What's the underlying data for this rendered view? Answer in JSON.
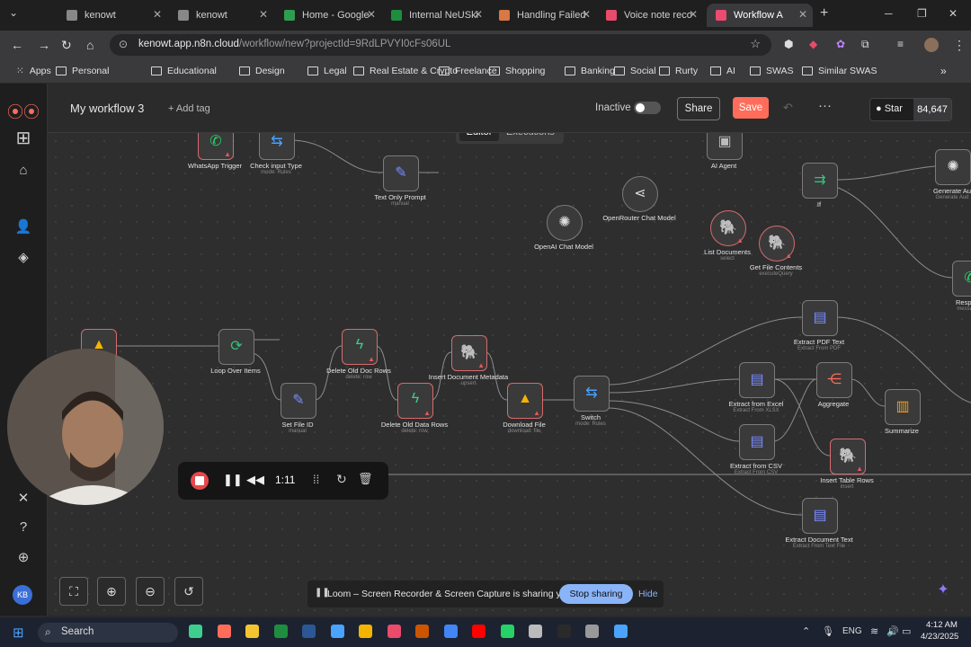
{
  "browser": {
    "tabs": [
      {
        "title": "kenowt",
        "color": "#888888",
        "active": false
      },
      {
        "title": "kenowt",
        "color": "#888888",
        "active": false
      },
      {
        "title": "Home - Google",
        "color": "#2f9d4f",
        "active": false
      },
      {
        "title": "Internal NeUSki",
        "color": "#1e8e3e",
        "active": false
      },
      {
        "title": "Handling Failed",
        "color": "#d97745",
        "active": false
      },
      {
        "title": "Voice note reco",
        "color": "#e94b6a",
        "active": false
      },
      {
        "title": "Workflow A",
        "color": "#ea4b71",
        "active": true
      }
    ],
    "new_tab_label": "+",
    "url_host": "kenowt.app.n8n.cloud",
    "url_path": "/workflow/new?projectId=9RdLPVYI0cFs06UL",
    "bookmarks": [
      "Apps",
      "Personal",
      "Educational",
      "Design",
      "Legal",
      "Real Estate & Crypto",
      "Freelance",
      "Shopping",
      "Banking",
      "Social",
      "Rurty",
      "AI",
      "SWAS",
      "Similar SWAS"
    ]
  },
  "header": {
    "title": "My workflow 3",
    "add_tag": "+ Add tag",
    "status": "Inactive",
    "share": "Share",
    "save": "Save",
    "github_star": "Star",
    "github_count": "84,647",
    "tabs": {
      "editor": "Editor",
      "executions": "Executions"
    }
  },
  "sidebar": {
    "avatar": "KB"
  },
  "nodes": [
    {
      "label": "WhatsApp Trigger",
      "sub": "",
      "icon": "whatsapp-icon",
      "glyph": "✆",
      "color": "#25d366",
      "err": true
    },
    {
      "label": "Check input Type",
      "sub": "mode: Rules",
      "icon": "switch-icon",
      "glyph": "⇆",
      "color": "#4aa3ff",
      "err": false
    },
    {
      "label": "Text Only Prompt",
      "sub": "manual",
      "icon": "pencil-icon",
      "glyph": "✎",
      "color": "#7b8cff",
      "err": false
    },
    {
      "label": "AI Agent",
      "sub": "",
      "icon": "robot-icon",
      "glyph": "▣",
      "color": "#bbbbbb",
      "err": false
    },
    {
      "label": "OpenAI Chat Model",
      "sub": "",
      "icon": "openai-icon",
      "glyph": "✺",
      "color": "#dddddd",
      "err": false
    },
    {
      "label": "OpenRouter Chat Model",
      "sub": "",
      "icon": "openrouter-icon",
      "glyph": "⋖",
      "color": "#dddddd",
      "err": false
    },
    {
      "label": "List Documents",
      "sub": "select",
      "icon": "postgres-icon",
      "glyph": "🐘",
      "color": "#6a9ad9",
      "err": true
    },
    {
      "label": "Get File Contents",
      "sub": "executeQuery",
      "icon": "postgres-icon",
      "glyph": "🐘",
      "color": "#6a9ad9",
      "err": true
    },
    {
      "label": "If",
      "sub": "",
      "icon": "if-icon",
      "glyph": "⇉",
      "color": "#35c17a",
      "err": false
    },
    {
      "label": "Generate Au",
      "sub": "Generate Aud",
      "icon": "openai-icon",
      "glyph": "✺",
      "color": "#dddddd",
      "err": false
    },
    {
      "label": "Respond",
      "sub": "messages",
      "icon": "whatsapp-icon",
      "glyph": "✆",
      "color": "#25d366",
      "err": false
    },
    {
      "label": "Loop Over Items",
      "sub": "",
      "icon": "loop-icon",
      "glyph": "⟳",
      "color": "#35c17a",
      "err": false
    },
    {
      "label": "Set File ID",
      "sub": "manual",
      "icon": "pencil-icon",
      "glyph": "✎",
      "color": "#7b8cff",
      "err": false
    },
    {
      "label": "Delete Old Doc Rows",
      "sub": "delete: row",
      "icon": "supabase-icon",
      "glyph": "ϟ",
      "color": "#3ecf8e",
      "err": true
    },
    {
      "label": "Delete Old Data Rows",
      "sub": "delete: row",
      "icon": "supabase-icon",
      "glyph": "ϟ",
      "color": "#3ecf8e",
      "err": true
    },
    {
      "label": "Insert Document Metadata",
      "sub": "upsert",
      "icon": "postgres-icon",
      "glyph": "🐘",
      "color": "#6a9ad9",
      "err": true
    },
    {
      "label": "Download File",
      "sub": "download: file",
      "icon": "gdrive-icon",
      "glyph": "▲",
      "color": "#f4b400",
      "err": true
    },
    {
      "label": "Switch",
      "sub": "mode: Rules",
      "icon": "switch-icon",
      "glyph": "⇆",
      "color": "#4aa3ff",
      "err": false
    },
    {
      "label": "Extract PDF Text",
      "sub": "Extract From PDF",
      "icon": "doc-icon",
      "glyph": "▤",
      "color": "#7b8cff",
      "err": false
    },
    {
      "label": "Extract from Excel",
      "sub": "Extract From XLSX",
      "icon": "doc-icon",
      "glyph": "▤",
      "color": "#7b8cff",
      "err": false
    },
    {
      "label": "Aggregate",
      "sub": "",
      "icon": "aggregate-icon",
      "glyph": "⋲",
      "color": "#ff6d5a",
      "err": false
    },
    {
      "label": "Summarize",
      "sub": "",
      "icon": "summarize-icon",
      "glyph": "▥",
      "color": "#f0a020",
      "err": false
    },
    {
      "label": "Extract from CSV",
      "sub": "Extract From CSV",
      "icon": "doc-icon",
      "glyph": "▤",
      "color": "#7b8cff",
      "err": false
    },
    {
      "label": "Insert Table Rows",
      "sub": "insert",
      "icon": "postgres-icon",
      "glyph": "🐘",
      "color": "#6a9ad9",
      "err": true
    },
    {
      "label": "Extract Document Text",
      "sub": "Extract From Text File",
      "icon": "doc-icon",
      "glyph": "▤",
      "color": "#7b8cff",
      "err": false
    },
    {
      "label": "",
      "sub": "",
      "icon": "gdrive-icon",
      "glyph": "▲",
      "color": "#f4b400",
      "err": true
    }
  ],
  "recorder": {
    "time": "1:11"
  },
  "loom": {
    "message": "Loom – Screen Recorder & Screen Capture is sharing your screen.",
    "stop": "Stop sharing",
    "hide": "Hide"
  },
  "taskbar": {
    "search": "Search",
    "lang": "ENG",
    "time": "4:12 AM",
    "date": "4/23/2025"
  }
}
